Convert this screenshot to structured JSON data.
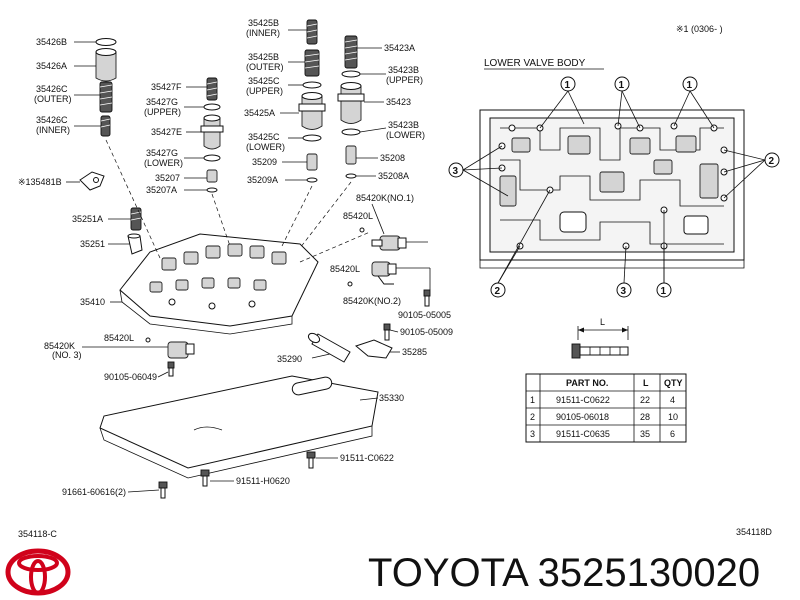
{
  "header_note": "※1 (0306-       )",
  "lower_valve_body_title": "LOWER VALVE BODY",
  "callout_numbers": [
    "1",
    "2",
    "3"
  ],
  "labels": {
    "p35426B": "35426B",
    "p35426A": "35426A",
    "p35426C_outer": "35426C",
    "outer1": "(OUTER)",
    "p35426C_inner": "35426C",
    "inner1": "(INNER)",
    "p35481B": "※135481B",
    "p35425B_inner": "35425B",
    "inner2": "(INNER)",
    "p35425B_outer": "35425B",
    "outer2": "(OUTER)",
    "p35425C_upper": "35425C",
    "upper1": "(UPPER)",
    "p35425A": "35425A",
    "p35425C_lower": "35425C",
    "lower1": "(LOWER)",
    "p35209": "35209",
    "p35209A": "35209A",
    "p35427F": "35427F",
    "p35427G_upper": "35427G",
    "upper2": "(UPPER)",
    "p35427E": "35427E",
    "p35427G_lower": "35427G",
    "lower2": "(LOWER)",
    "p35207": "35207",
    "p35207A": "35207A",
    "p35423A": "35423A",
    "p35423B_upper": "35423B",
    "upper3": "(UPPER)",
    "p35423": "35423",
    "p35423B_lower": "35423B",
    "lower3": "(LOWER)",
    "p35208": "35208",
    "p35208A": "35208A",
    "p85420K_no1": "85420K(NO.1)",
    "p85420L_a": "85420L",
    "p85420L_b": "85420L",
    "p85420K_no2": "85420K(NO.2)",
    "p35251A": "35251A",
    "p35251": "35251",
    "p35410": "35410",
    "p90105_05005": "90105-05005",
    "p90105_05009": "90105-05009",
    "p85420K_no3": "85420K",
    "no3": "(NO. 3)",
    "p85420L_c": "85420L",
    "p90105_06049": "90105-06049",
    "p35285": "35285",
    "p35290": "35290",
    "p35330": "35330",
    "p91511_C0622": "91511-C0622",
    "p91511_H0620": "91511-H0620",
    "p91661_60616": "91661-60616(2)",
    "bolt_dim": "L"
  },
  "bolt_table": {
    "headers": [
      "",
      "PART NO.",
      "L",
      "QTY"
    ],
    "rows": [
      [
        "1",
        "91511-C0622",
        "22",
        "4"
      ],
      [
        "2",
        "90105-06018",
        "28",
        "10"
      ],
      [
        "3",
        "91511-C0635",
        "35",
        "6"
      ]
    ]
  },
  "footer": {
    "left_code": "354118-C",
    "right_code": "354118D",
    "brand_text": "TOYOTA 3525130020"
  },
  "colors": {
    "line": "#111111",
    "logo_red": "#d0021b"
  }
}
